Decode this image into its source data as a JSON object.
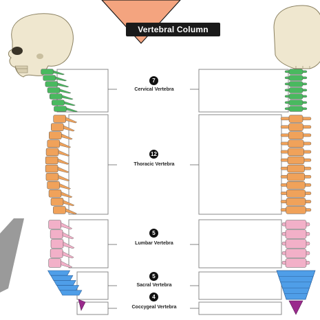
{
  "title": "Vertebral Column",
  "colors": {
    "cervical": "#49b95f",
    "thoracic": "#f0a25a",
    "lumbar": "#f2b0c8",
    "sacral": "#4f9ee8",
    "coccygeal": "#9a2a8c",
    "bone": "#efe7cf",
    "pointer": "#f4a47f",
    "gray_block": "#9a9a9a"
  },
  "sections": [
    {
      "key": "cervical",
      "count": "7",
      "label": "Cervical Vertebra"
    },
    {
      "key": "thoracic",
      "count": "12",
      "label": "Thoracic Vertebra"
    },
    {
      "key": "lumbar",
      "count": "5",
      "label": "Lumbar Vertebra"
    },
    {
      "key": "sacral",
      "count": "5",
      "label": "Sacral Vertebra"
    },
    {
      "key": "coccygeal",
      "count": "4",
      "label": "Coccygeal Vertebra"
    }
  ]
}
